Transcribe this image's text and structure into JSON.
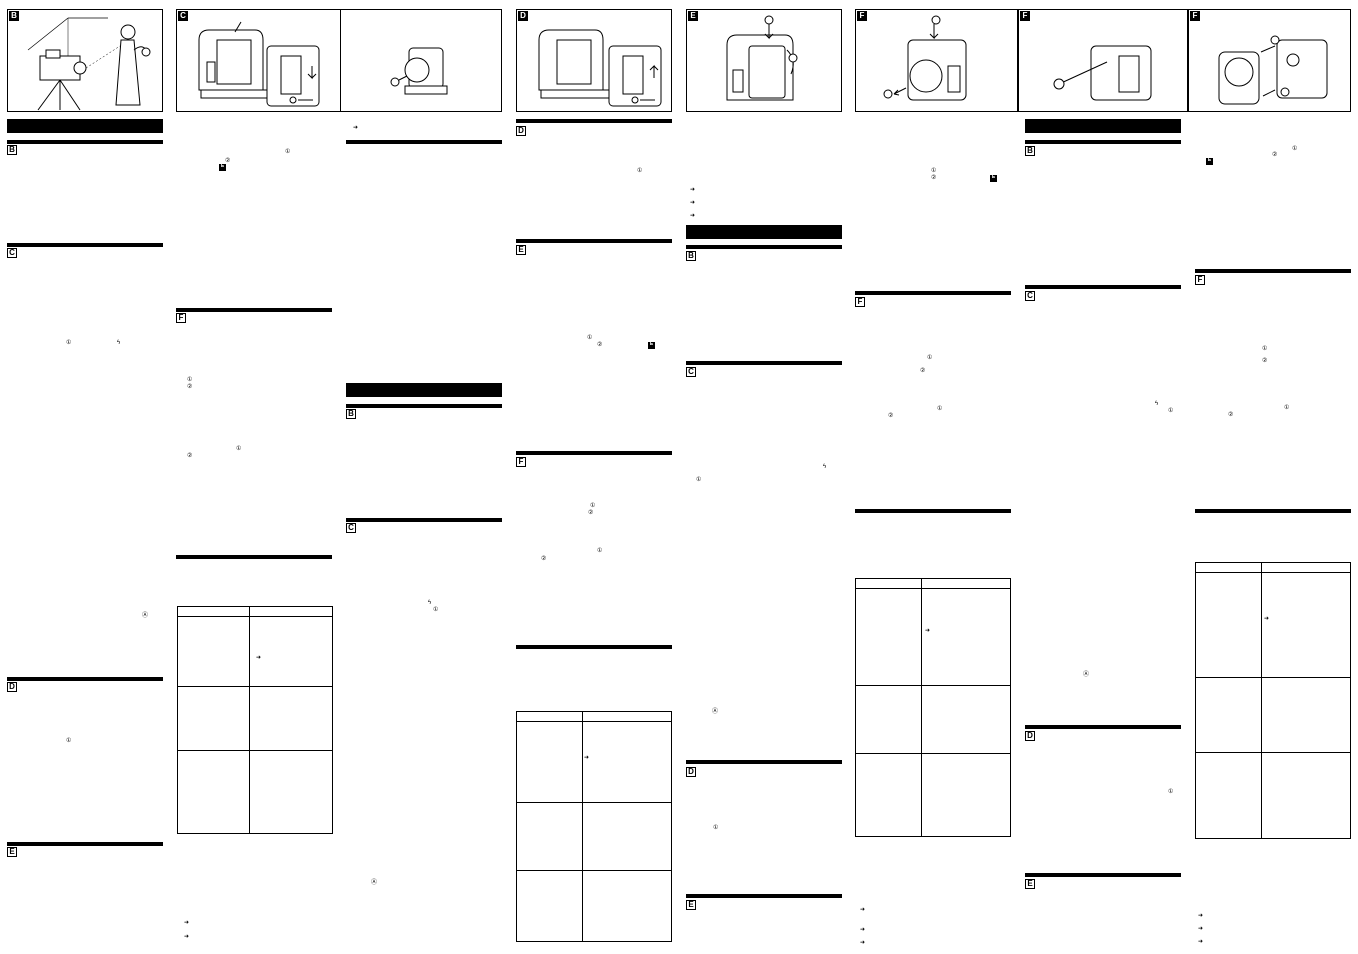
{
  "panel_labels": {
    "c1_b": "B",
    "c2_c": "C",
    "c4_d": "D",
    "c5_e": "E",
    "c6_f": "F",
    "c7_f": "F",
    "c8_f": "F"
  },
  "section_labels": {
    "col1": [
      "B",
      "C",
      "D",
      "E"
    ],
    "col2": [
      "F"
    ],
    "col3": [
      "B",
      "C"
    ],
    "col4": [
      "D",
      "E",
      "F"
    ],
    "col5": [
      "B",
      "C",
      "D",
      "E"
    ],
    "col6": [
      "F"
    ],
    "col7": [
      "B",
      "C",
      "D",
      "E"
    ],
    "col8": [
      "F"
    ]
  },
  "markers": {
    "n1": "①",
    "n2": "②",
    "a": "Ⓐ",
    "arrow": "➜",
    "bolt": "ϟ",
    "e_box": "E"
  }
}
